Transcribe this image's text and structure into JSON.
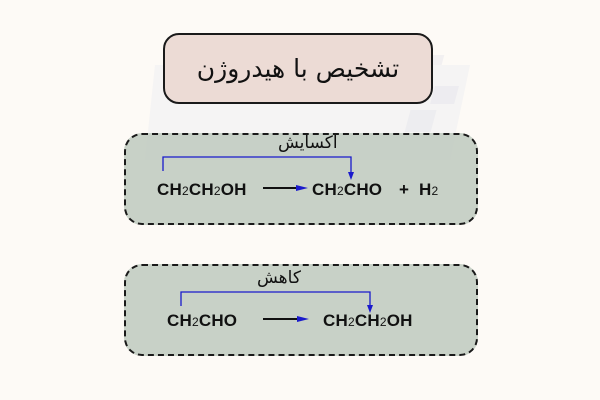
{
  "title": "تشخیص با هیدروژن",
  "colors": {
    "background": "#fdfaf6",
    "title_fill": "#ecdbd5",
    "box_fill": "#c6cfc6",
    "bracket": "#1a1acc",
    "text": "#111111"
  },
  "oxidation": {
    "label": "اکسایش",
    "reactant": {
      "parts": [
        "CH",
        "2",
        "CH",
        "2",
        "OH"
      ]
    },
    "product": {
      "parts": [
        "CH",
        "2",
        "CHO"
      ]
    },
    "plus": "+",
    "byproduct": {
      "parts": [
        "H",
        "2"
      ]
    }
  },
  "reduction": {
    "label": "کاهش",
    "reactant": {
      "parts": [
        "CH",
        "2",
        "CHO"
      ]
    },
    "product": {
      "parts": [
        "CH",
        "2",
        "CH",
        "2",
        "OH"
      ]
    }
  }
}
